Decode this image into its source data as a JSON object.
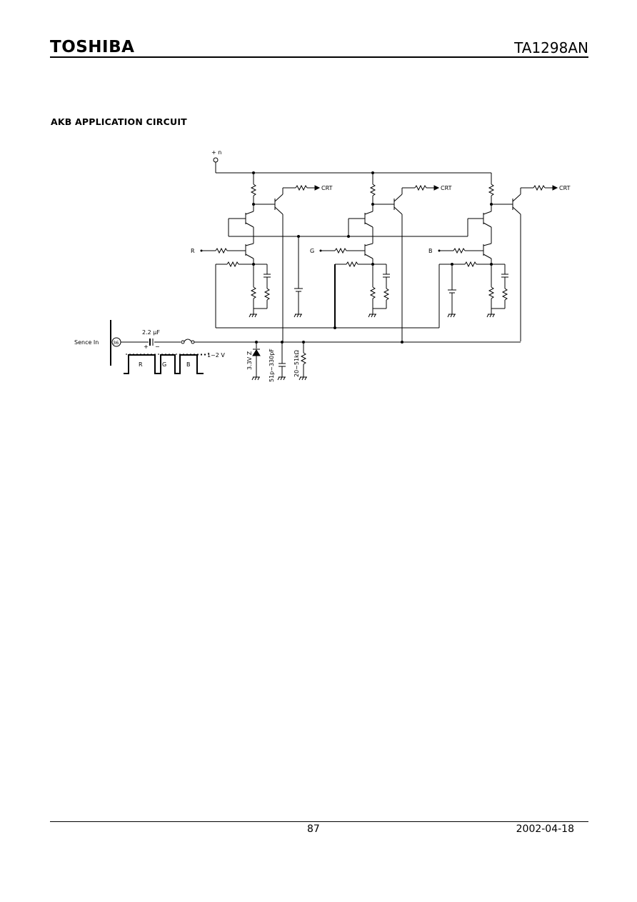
{
  "header": {
    "brand": "TOSHIBA",
    "part_number": "TA1298AN"
  },
  "section_title": "AKB APPLICATION CIRCUIT",
  "circuit": {
    "supply_label": "+ n",
    "input_labels": [
      "R",
      "G",
      "B"
    ],
    "output_labels": [
      "CRT",
      "CRT",
      "CRT"
    ],
    "sense_in_label": "Sence In",
    "pin_number": "36",
    "coupling_cap": "2.2 μF",
    "polarity_plus": "+",
    "polarity_minus": "−",
    "pulse_labels": [
      "R",
      "G",
      "B"
    ],
    "pulse_amplitude": "1~2 V",
    "zener_label": "3.3V Z",
    "cap_label": "51p~330pF",
    "resistor_label": "20~51kΩ"
  },
  "footer": {
    "page_number": "87",
    "date": "2002-04-18"
  }
}
